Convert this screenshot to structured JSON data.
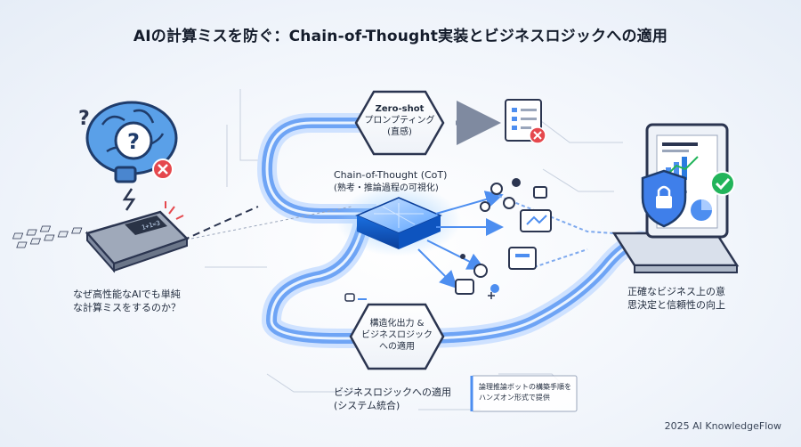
{
  "title": "AIの計算ミスを防ぐ：Chain-of-Thought実装とビジネスロジックへの適用",
  "question_text": [
    "なぜ高性能なAIでも単純",
    "な計算ミスをするのか？"
  ],
  "zero_shot": {
    "title": "Zero-shot",
    "line1": "プロンプティング",
    "line2": "(直感)"
  },
  "cot": {
    "title": "Chain-of-Thought (CoT)",
    "subtitle": "(熟考・推論過程の可視化)"
  },
  "structured": {
    "line1": "構造化出力 &",
    "line2": "ビジネスロジック",
    "line3": "への適用"
  },
  "business_logic": {
    "line1": "ビジネスロジックへの適用",
    "line2": "(システム統合)"
  },
  "note": {
    "line1": "論理推論ボットの構築手順を",
    "line2": "ハンズオン形式で提供"
  },
  "result_text": [
    "正確なビジネス上の意",
    "思決定と信頼性の向上"
  ],
  "calculator_display": "1+1=3",
  "credit": "2025 AI KnowledgeFlow",
  "colors": {
    "flow": "#4d8ef0",
    "flow_light": "#a9cbff",
    "error": "#e5484d",
    "success": "#22b45a",
    "dark": "#2b3550"
  }
}
